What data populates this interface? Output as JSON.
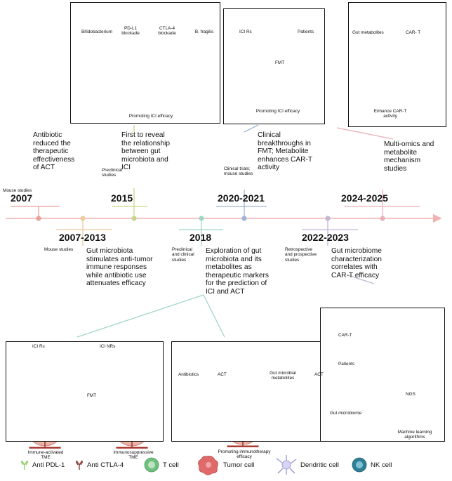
{
  "panels": {
    "p2015": {
      "labels": [
        "Bifidobacterium",
        "PD-L1\nblockade",
        "CTLA-4\nblockade",
        "B. fragilis"
      ],
      "caption": "Promoting ICI efficacy"
    },
    "p2020": {
      "left_label": "ICI Rs",
      "right_label": "Patients",
      "fmt": "FMT",
      "caption": "Promoting ICI efficacy"
    },
    "p2024": {
      "left_label": "Gut metabolites",
      "right_label": "CAR- T",
      "caption": "Enhance CAR-T\nactivity"
    },
    "p2018a": {
      "left_label": "ICI Rs",
      "right_label": "ICI NRs",
      "fmt": "FMT",
      "left_caption": "Immune-activated\nTME",
      "right_caption": "Immunosuppressive\nTME"
    },
    "p2018b": {
      "labels": [
        "Antibiotics",
        "ACT",
        "Gut microbial\nmetabolites",
        "ACT"
      ],
      "caption": "Promoting immunotherapy\nefficacy"
    },
    "p2022": {
      "cart": "CAR-T",
      "patients": "Patients",
      "microbiome": "Gut microbiome",
      "ngs": "NGS",
      "ml": "Machine learning\nalgorithms"
    }
  },
  "timeline": {
    "top": [
      {
        "year": "2007",
        "study": "Mouse studies",
        "desc": "Antibiotic\nreduced the\ntherapeutic\neffectiveness\nof ACT",
        "color": "#e8a19b"
      },
      {
        "year": "2015",
        "study": "Preclinical\nstudies",
        "desc": "First to reveal\nthe relationship\nbetween gut\nmicrobiota and\nICI",
        "color": "#c9d58a"
      },
      {
        "year": "2020-2021",
        "study": "Clinical trials;\nmouse studies",
        "desc": "Clinical\nbreakthroughs in\nFMT; Metabolite\nenhances CAR-T\nactivity",
        "color": "#9fb3d4"
      },
      {
        "year": "2024-2025",
        "study": "",
        "desc": "Multi-omics and\nmetabolite\nmechanism\nstudies",
        "color": "#eab0b8"
      }
    ],
    "bottom": [
      {
        "year": "2007-2013",
        "study": "Mouse studies",
        "desc": "Gut microbiota\nstimulates anti-tumor\nimmune responses\nwhile antibiotic use\nattenuates efficacy",
        "color": "#eccb9c"
      },
      {
        "year": "2018",
        "study": "Preclinical\nand clinical\nstudies",
        "desc": "Exploration of gut\nmicrobiota and its\nmetabolites as\ntherapeutic markers\nfor the prediction of\nICI and ACT",
        "color": "#9fd6c8"
      },
      {
        "year": "2022-2023",
        "study": "Retrospective\nand prospective\nstudies",
        "desc": "Gut microbiome\ncharacterization\ncorrelates with\nCAR-T efficacy",
        "color": "#c2b6d3"
      }
    ]
  },
  "legend": [
    {
      "label": "Anti PDL-1",
      "icon": "antibody-green-icon"
    },
    {
      "label": "Anti CTLA-4",
      "icon": "antibody-brown-icon"
    },
    {
      "label": "T cell",
      "icon": "t-cell-icon"
    },
    {
      "label": "Tumor cell",
      "icon": "tumor-cell-icon"
    },
    {
      "label": "Dendritic cell",
      "icon": "dendritic-cell-icon"
    },
    {
      "label": "NK cell",
      "icon": "nk-cell-icon"
    }
  ],
  "colors": {
    "axis": "#f1b3b3",
    "tumor": "#e06a6a",
    "vessel": "#a22820",
    "green_cell": "#6fbf7f",
    "nk_cell": "#2f7f97"
  }
}
